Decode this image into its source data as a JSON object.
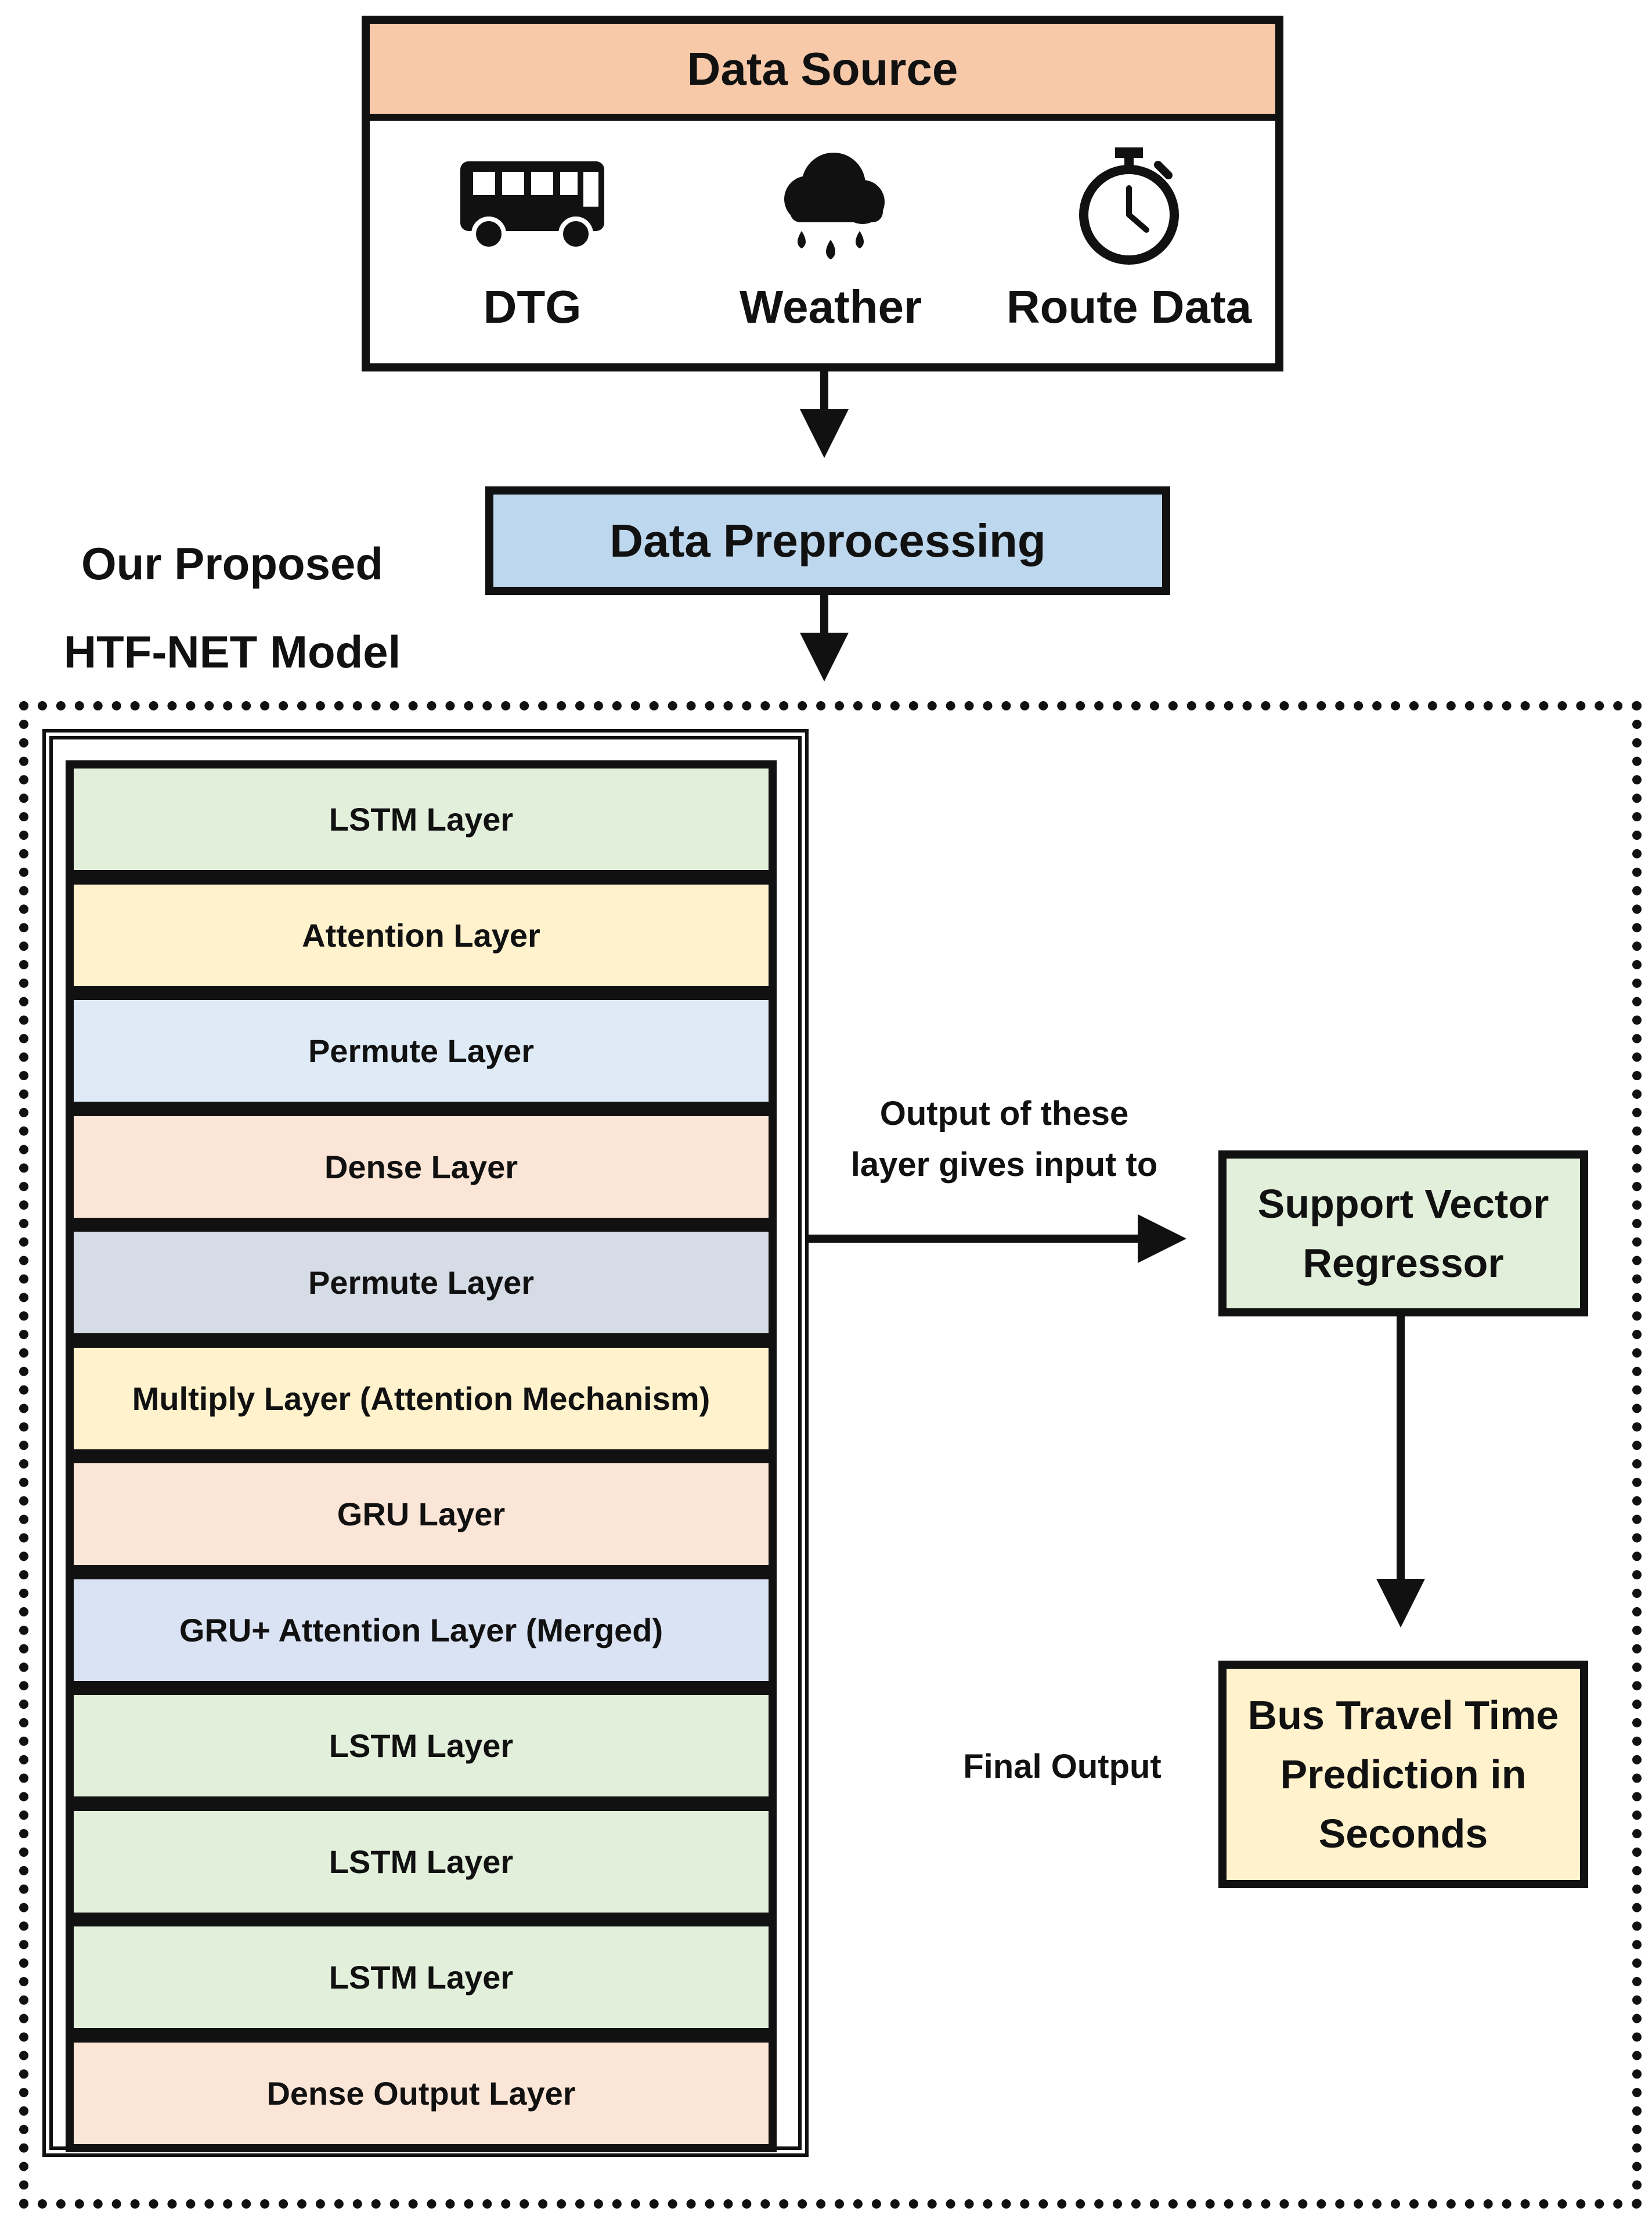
{
  "source": {
    "title": "Data Source",
    "items": [
      {
        "label": "DTG",
        "icon": "bus-icon"
      },
      {
        "label": "Weather",
        "icon": "rain-cloud-icon"
      },
      {
        "label": "Route Data",
        "icon": "stopwatch-icon"
      }
    ]
  },
  "preprocessing": {
    "label": "Data Preprocessing"
  },
  "model": {
    "title_line1": "Our Proposed",
    "title_line2": "HTF-NET Model"
  },
  "layers": [
    {
      "label": "LSTM Layer",
      "color": "#e2efda"
    },
    {
      "label": "Attention Layer",
      "color": "#fff2cc"
    },
    {
      "label": "Permute Layer",
      "color": "#deebf7"
    },
    {
      "label": "Dense Layer",
      "color": "#fbe5d6"
    },
    {
      "label": "Permute Layer",
      "color": "#d6dce5"
    },
    {
      "label": "Multiply Layer (Attention Mechanism)",
      "color": "#fff2cc"
    },
    {
      "label": "GRU Layer",
      "color": "#fbe5d6"
    },
    {
      "label": "GRU+ Attention Layer (Merged)",
      "color": "#dae3f3"
    },
    {
      "label": "LSTM Layer",
      "color": "#e2efda"
    },
    {
      "label": "LSTM Layer",
      "color": "#e2efda"
    },
    {
      "label": "LSTM Layer",
      "color": "#e2efda"
    },
    {
      "label": "Dense Output Layer",
      "color": "#fbe5d6"
    }
  ],
  "connector_note": {
    "line1": "Output of these",
    "line2": "layer gives input to"
  },
  "svr": {
    "line1": "Support Vector",
    "line2": "Regressor"
  },
  "final_output_label": "Final Output",
  "prediction": {
    "line1": "Bus Travel Time",
    "line2": "Prediction in",
    "line3": "Seconds"
  }
}
